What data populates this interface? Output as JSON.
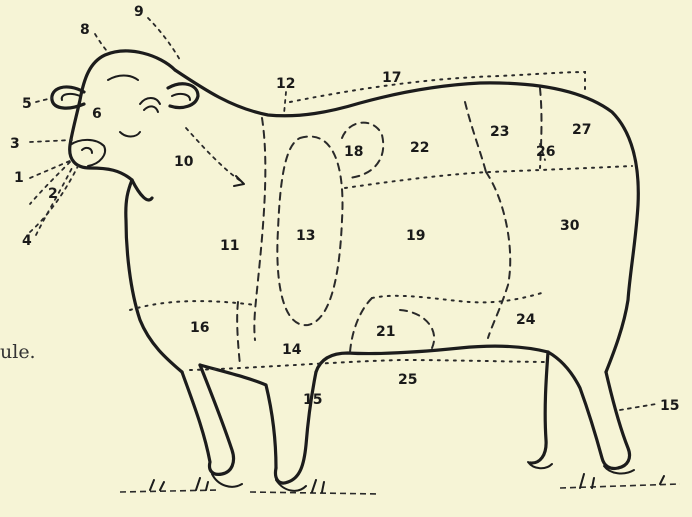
{
  "caption": "ule.",
  "labels": {
    "n1": "1",
    "n2": "2",
    "n3": "3",
    "n4": "4",
    "n5": "5",
    "n6": "6",
    "n8": "8",
    "n9": "9",
    "n10": "10",
    "n11": "11",
    "n12": "12",
    "n13": "13",
    "n14": "14",
    "n15": "15",
    "n16": "16",
    "n17": "17",
    "n18": "18",
    "n19": "19",
    "n21": "21",
    "n22": "22",
    "n23": "23",
    "n24": "24",
    "n25": "25",
    "n26": "26",
    "n27": "27",
    "n30": "30",
    "n15b": "15"
  }
}
